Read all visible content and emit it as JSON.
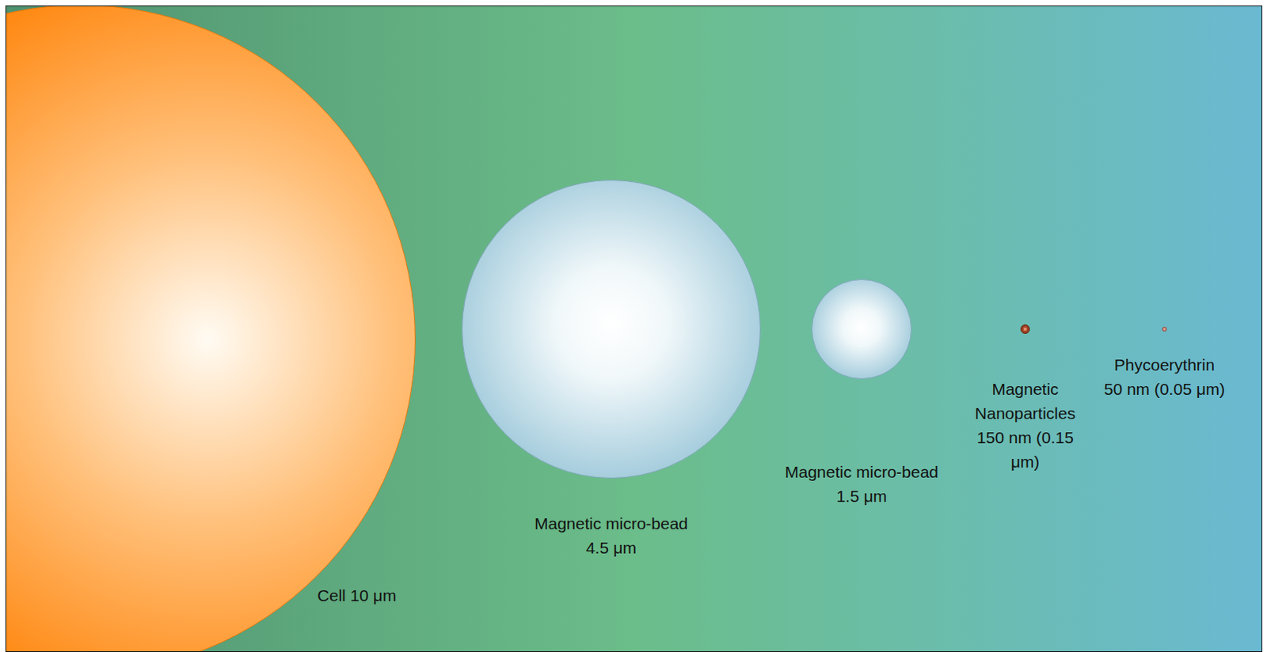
{
  "diagram": {
    "nodes": [
      {
        "text": [
          "Cell 10 μm"
        ]
      },
      {
        "text": [
          "Magnetic micro-bead",
          "4.5 μm"
        ]
      },
      {
        "text": [
          "Magnetic micro-bead",
          "1.5 μm"
        ]
      },
      {
        "text": [
          "Magnetic Nanoparticles",
          "150 nm (0.15 μm)"
        ]
      },
      {
        "text": [
          "Phycoerythrin",
          "50 nm (0.05 μm)"
        ]
      }
    ]
  }
}
